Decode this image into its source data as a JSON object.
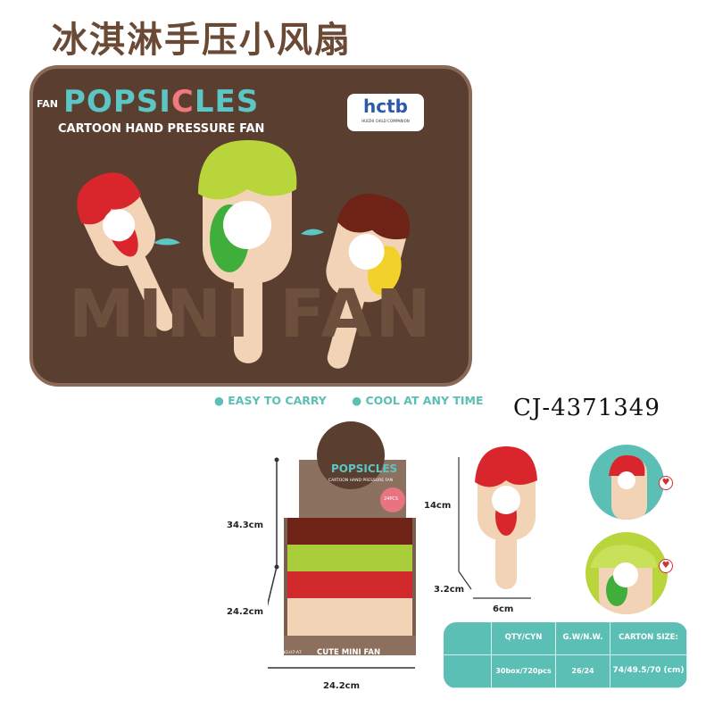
{
  "title": "冰淇淋手压小风扇",
  "panel": {
    "brand_small": "FAN",
    "brand_first": "POPSI",
    "brand_accent": "C",
    "brand_rest": "LES",
    "subtitle": "CARTOON HAND PRESSURE FAN",
    "logo_text": "hctb",
    "logo_tagline": "HUIZHI CHILD COMPANION",
    "watermark": "MINI FAN"
  },
  "taglines": [
    "EASY TO CARRY",
    "COOL AT ANY TIME"
  ],
  "product_code": "CJ-4371349",
  "display_box": {
    "brand": "POPSICLES",
    "subtitle": "CARTOON HAND PRESSURE FAN",
    "badge": "24PCS",
    "front_label": "CUTE MINI FAN",
    "model_no": "NO.H7-A7",
    "height_label": "34.3cm",
    "depth_label": "24.2cm",
    "width_label": "24.2cm"
  },
  "product_dims": {
    "height": "14cm",
    "width": "6cm",
    "depth": "3.2cm"
  },
  "spec_table": {
    "headers": [
      "",
      "QTY/CYN",
      "G.W/N.W.",
      "CARTON SIZE:"
    ],
    "values": [
      "",
      "30box/720pcs",
      "26/24",
      "74/49.5/70 (cm)"
    ]
  },
  "colors": {
    "brown": "#5a3e30",
    "teal": "#5bbfb5",
    "pink": "#ee7a7e"
  }
}
